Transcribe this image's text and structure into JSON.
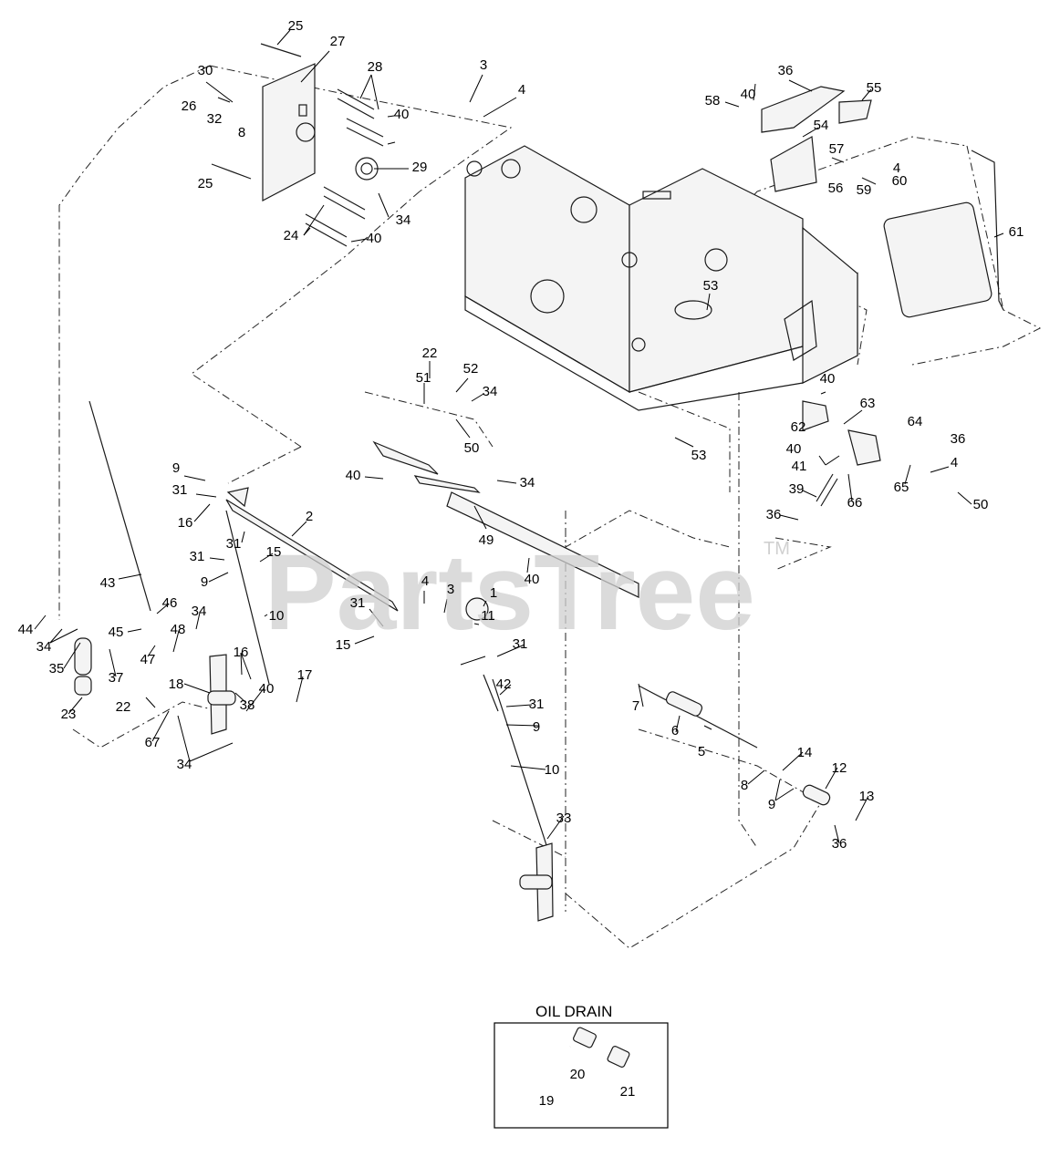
{
  "watermark": {
    "text": "PartsTree",
    "tm": "TM"
  },
  "inset": {
    "title": "OIL DRAIN"
  },
  "callouts": [
    {
      "label": "25"
    },
    {
      "label": "27"
    },
    {
      "label": "28"
    },
    {
      "label": "30"
    },
    {
      "label": "26"
    },
    {
      "label": "32"
    },
    {
      "label": "8"
    },
    {
      "label": "40"
    },
    {
      "label": "3"
    },
    {
      "label": "4"
    },
    {
      "label": "29"
    },
    {
      "label": "25"
    },
    {
      "label": "34"
    },
    {
      "label": "24"
    },
    {
      "label": "40"
    },
    {
      "label": "40"
    },
    {
      "label": "36"
    },
    {
      "label": "55"
    },
    {
      "label": "58"
    },
    {
      "label": "54"
    },
    {
      "label": "57"
    },
    {
      "label": "59"
    },
    {
      "label": "4"
    },
    {
      "label": "56"
    },
    {
      "label": "60"
    },
    {
      "label": "61"
    },
    {
      "label": "53"
    },
    {
      "label": "22"
    },
    {
      "label": "52"
    },
    {
      "label": "51"
    },
    {
      "label": "34"
    },
    {
      "label": "50"
    },
    {
      "label": "40"
    },
    {
      "label": "63"
    },
    {
      "label": "62"
    },
    {
      "label": "64"
    },
    {
      "label": "36"
    },
    {
      "label": "40"
    },
    {
      "label": "53"
    },
    {
      "label": "9"
    },
    {
      "label": "40"
    },
    {
      "label": "34"
    },
    {
      "label": "41"
    },
    {
      "label": "4"
    },
    {
      "label": "31"
    },
    {
      "label": "65"
    },
    {
      "label": "50"
    },
    {
      "label": "16"
    },
    {
      "label": "66"
    },
    {
      "label": "39"
    },
    {
      "label": "2"
    },
    {
      "label": "36"
    },
    {
      "label": "49"
    },
    {
      "label": "31"
    },
    {
      "label": "15"
    },
    {
      "label": "31"
    },
    {
      "label": "9"
    },
    {
      "label": "40"
    },
    {
      "label": "43"
    },
    {
      "label": "4"
    },
    {
      "label": "3"
    },
    {
      "label": "10"
    },
    {
      "label": "1"
    },
    {
      "label": "31"
    },
    {
      "label": "11"
    },
    {
      "label": "46"
    },
    {
      "label": "44"
    },
    {
      "label": "34"
    },
    {
      "label": "15"
    },
    {
      "label": "45"
    },
    {
      "label": "48"
    },
    {
      "label": "47"
    },
    {
      "label": "31"
    },
    {
      "label": "34"
    },
    {
      "label": "16"
    },
    {
      "label": "35"
    },
    {
      "label": "37"
    },
    {
      "label": "17"
    },
    {
      "label": "42"
    },
    {
      "label": "18"
    },
    {
      "label": "40"
    },
    {
      "label": "31"
    },
    {
      "label": "22"
    },
    {
      "label": "38"
    },
    {
      "label": "7"
    },
    {
      "label": "9"
    },
    {
      "label": "23"
    },
    {
      "label": "67"
    },
    {
      "label": "6"
    },
    {
      "label": "5"
    },
    {
      "label": "34"
    },
    {
      "label": "14"
    },
    {
      "label": "10"
    },
    {
      "label": "12"
    },
    {
      "label": "8"
    },
    {
      "label": "9"
    },
    {
      "label": "13"
    },
    {
      "label": "33"
    },
    {
      "label": "36"
    },
    {
      "label": "20"
    },
    {
      "label": "21"
    },
    {
      "label": "19"
    }
  ]
}
